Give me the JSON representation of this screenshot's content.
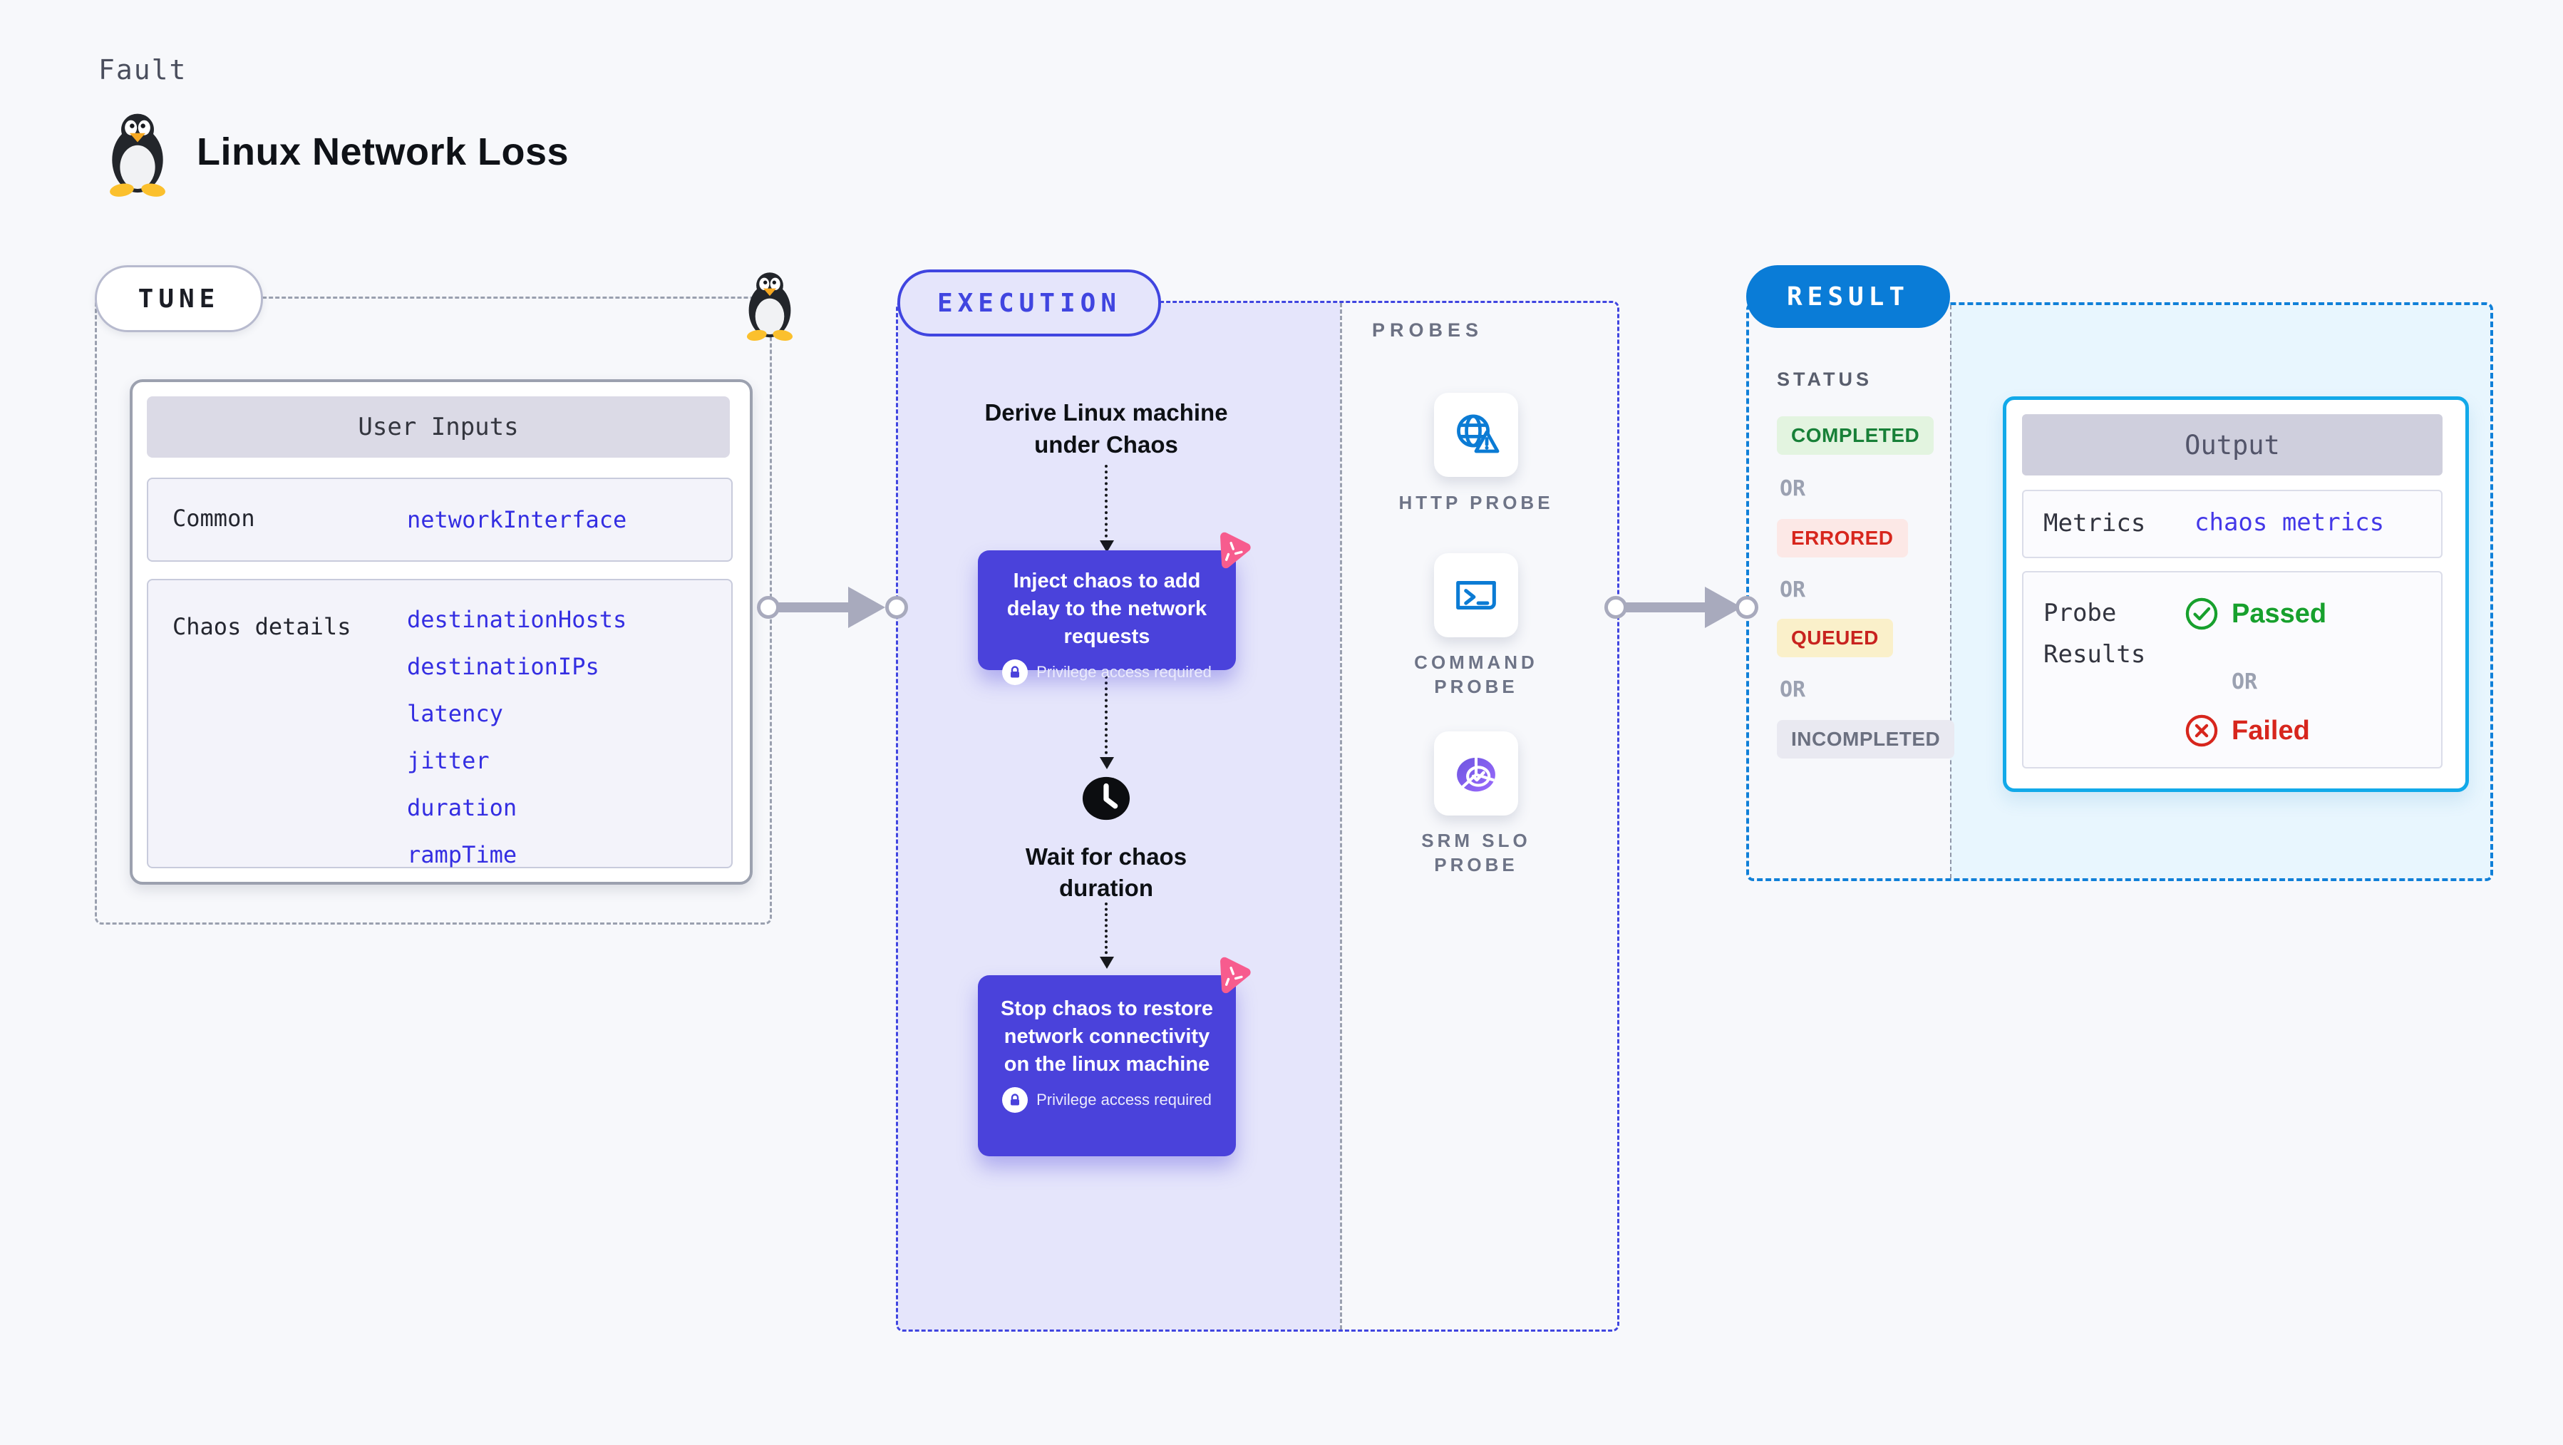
{
  "header": {
    "kicker": "Fault",
    "title": "Linux Network Loss",
    "icon": "tux-penguin-icon"
  },
  "tune": {
    "pill": "TUNE",
    "user_inputs": {
      "header": "User Inputs",
      "rows": [
        {
          "label": "Common",
          "values": [
            "networkInterface"
          ]
        },
        {
          "label": "Chaos details",
          "values": [
            "destinationHosts",
            "destinationIPs",
            "latency",
            "jitter",
            "duration",
            "rampTime"
          ]
        }
      ]
    }
  },
  "execution": {
    "pill": "EXECUTION",
    "derive_step": "Derive Linux machine under Chaos",
    "inject_step": "Inject chaos to add delay to the network requests",
    "wait_step": "Wait for chaos duration",
    "stop_step": "Stop chaos to restore network connectivity on the linux machine",
    "privilege_note": "Privilege access required",
    "probes": {
      "label": "PROBES",
      "items": [
        {
          "name": "HTTP PROBE",
          "icon": "globe-alert-icon"
        },
        {
          "name": "COMMAND PROBE",
          "icon": "terminal-icon"
        },
        {
          "name": "SRM SLO PROBE",
          "icon": "slo-pie-check-icon"
        }
      ]
    }
  },
  "result": {
    "pill": "RESULT",
    "status": {
      "label": "STATUS",
      "separator": "OR",
      "badges": [
        {
          "text": "COMPLETED",
          "color": "#188038",
          "background": "#E3F4E0"
        },
        {
          "text": "ERRORED",
          "color": "#D7261D",
          "background": "#FCE8E6"
        },
        {
          "text": "QUEUED",
          "color": "#C8231F",
          "background": "#FAF0CA"
        },
        {
          "text": "INCOMPLETED",
          "color": "#6B7080",
          "background": "#E9E9F1"
        }
      ]
    },
    "output": {
      "header": "Output",
      "metrics_label": "Metrics",
      "metrics_value": "chaos metrics",
      "probe_results_label": "Probe Results",
      "passed": "Passed",
      "or": "OR",
      "failed": "Failed"
    }
  },
  "colors": {
    "accent_indigo": "#4045E0",
    "lavender_fill": "#E5E5FB",
    "step_box": "#4A42DB",
    "chaos_pink": "#F75C8E",
    "result_blue": "#0A7CD7",
    "result_fill": "#E8F6FE",
    "output_border": "#12A9E9",
    "code_blue": "#342EE2",
    "passed_green": "#17A02D",
    "failed_red": "#D7261D",
    "arrow_gray": "#A8AABD"
  }
}
